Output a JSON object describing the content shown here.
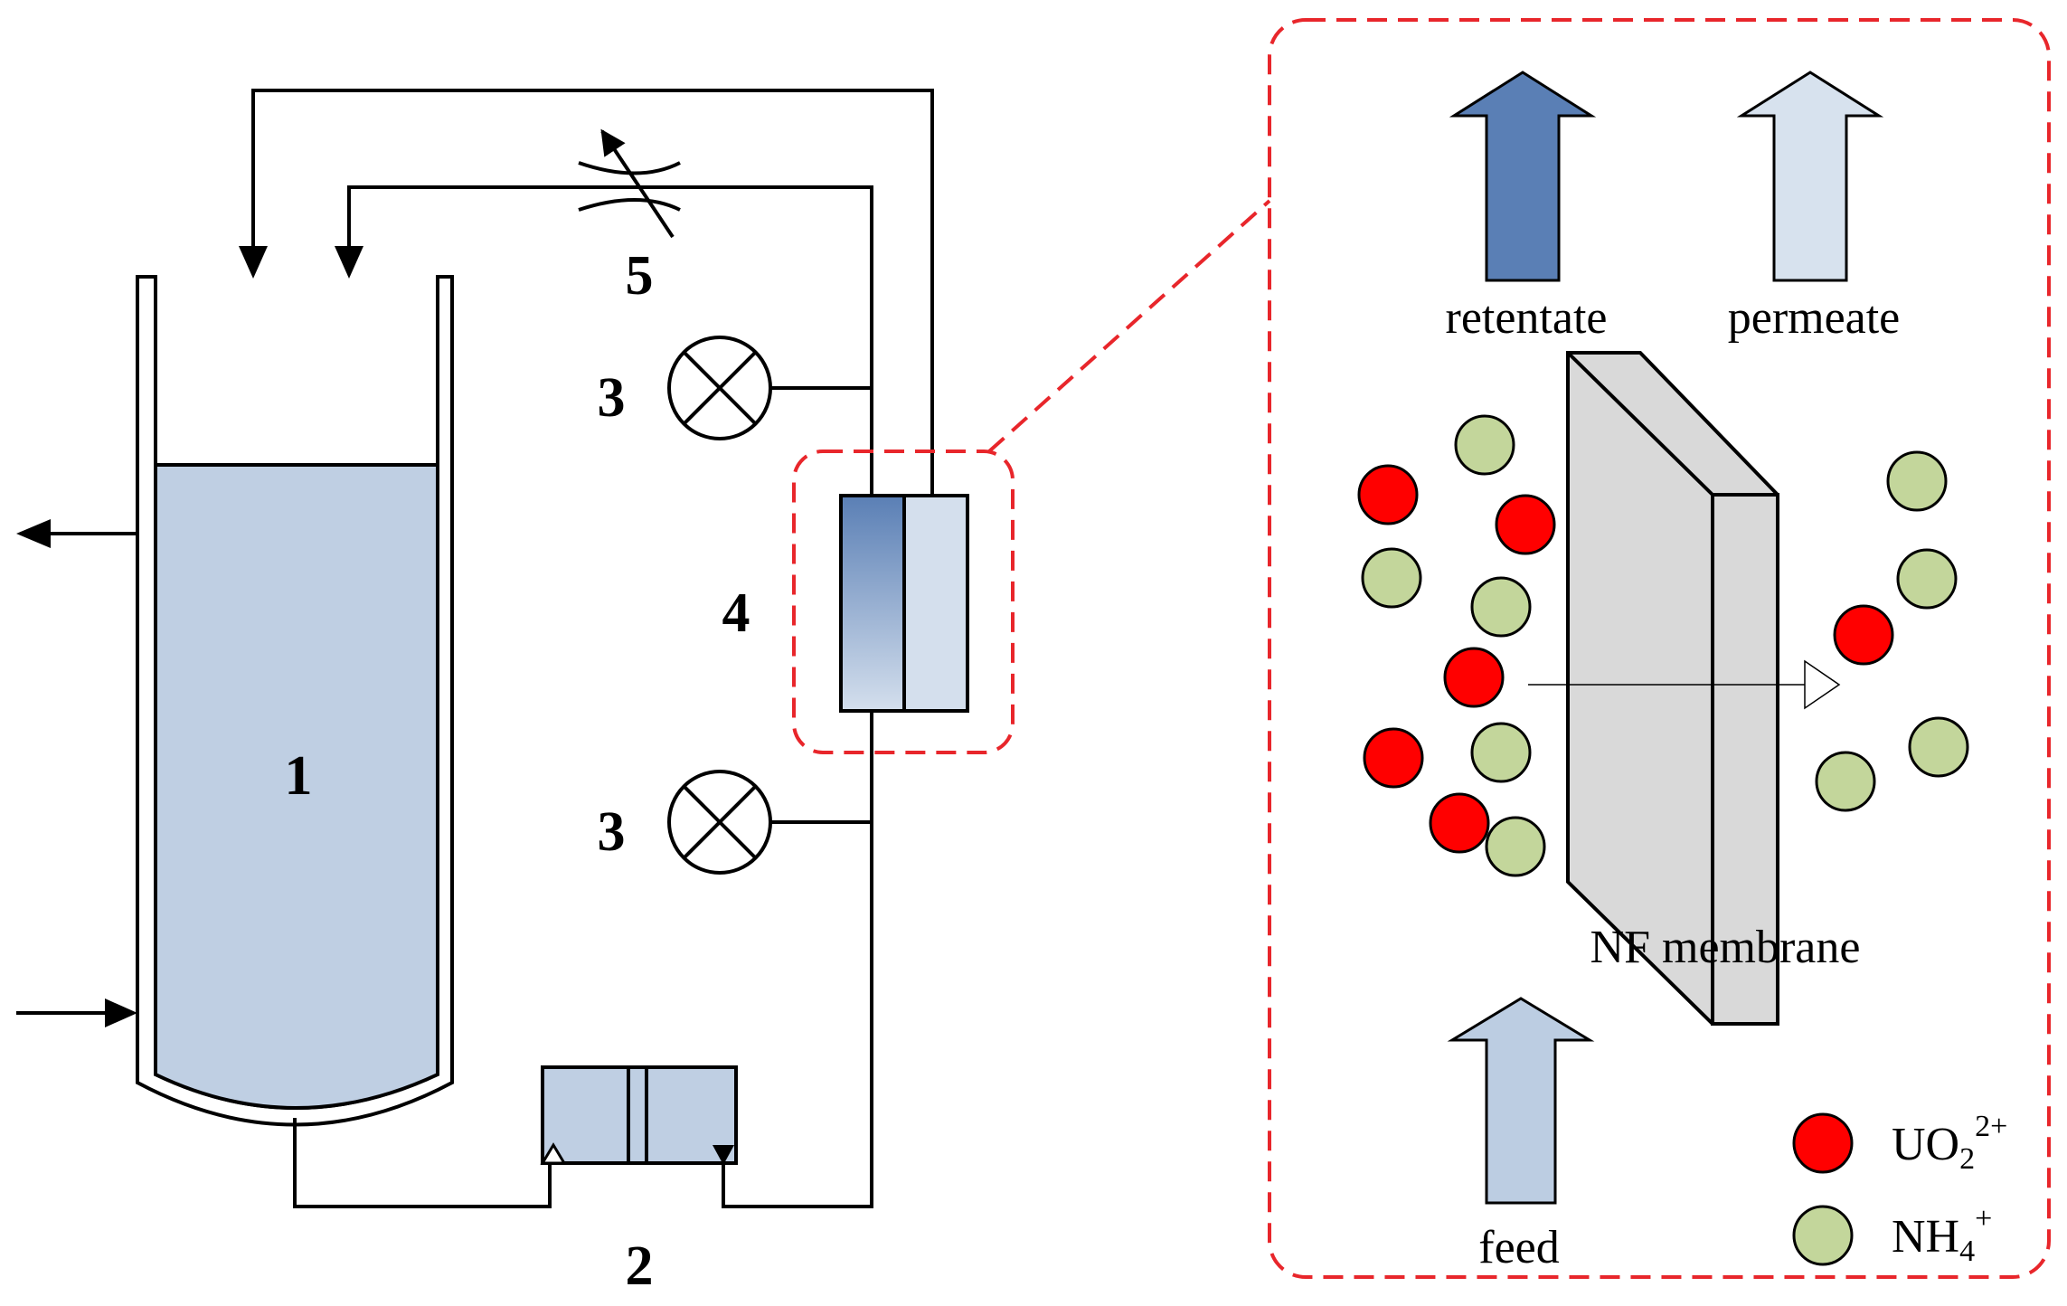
{
  "diagram": {
    "component_numbers": {
      "tank": "1",
      "pump": "2",
      "gauge_top": "3",
      "gauge_bottom": "3",
      "membrane_module": "4",
      "valve": "5"
    },
    "inset": {
      "retentate": "retentate",
      "permeate": "permeate",
      "membrane": "NF membrane",
      "feed": "feed"
    },
    "legend": {
      "uranyl": {
        "base": "UO",
        "subscript": "2",
        "superscript": "2+"
      },
      "ammonium": {
        "base": "NH",
        "subscript": "4",
        "superscript": "+"
      }
    },
    "colors": {
      "uranyl_particle": "#ff0000",
      "ammonium_particle": "#c3d69b",
      "tank_liquid": "#bfcfe3",
      "retentate_arrow": "#5a7fb5",
      "permeate_arrow": "#d7e2ee",
      "feed_arrow": "#bccde2",
      "membrane": "#d9d9d9",
      "inset_border": "#e8262b"
    }
  }
}
